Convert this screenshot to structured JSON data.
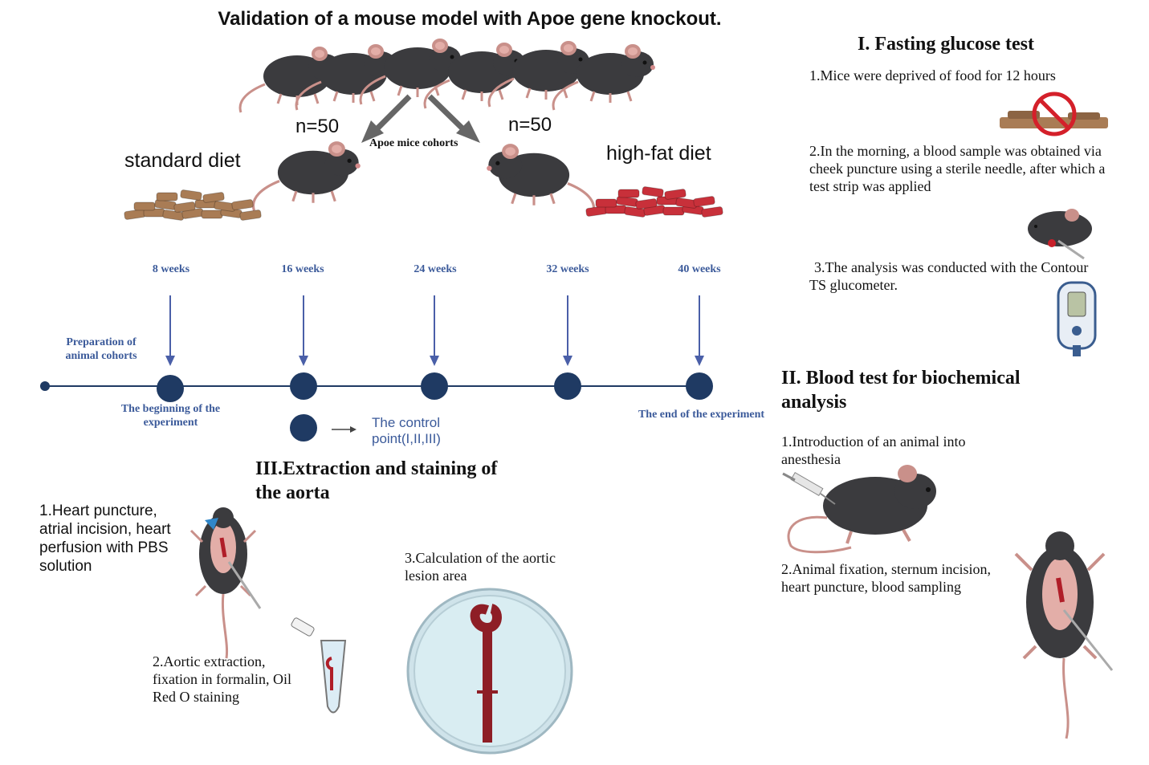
{
  "title": "Validation of a mouse model with Apoe gene knockout.",
  "cohorts": {
    "label": "Apoe mice cohorts",
    "left": {
      "n": "n=50",
      "diet": "standard diet",
      "pellet_color": "#a97c55"
    },
    "right": {
      "n": "n=50",
      "diet": "high-fat diet",
      "pellet_color": "#c8303a"
    }
  },
  "timeline": {
    "weeks": [
      "8 weeks",
      "16 weeks",
      "24 weeks",
      "32 weeks",
      "40 weeks"
    ],
    "preparation": "Preparation of animal cohorts",
    "beginning": "The beginning of the experiment",
    "end": "The end of the experiment",
    "legend": "The control point(I,II,III)",
    "node_color": "#1f3a63",
    "arrow_color": "#4a5fa8"
  },
  "sections": {
    "fasting": {
      "heading": "I. Fasting glucose test",
      "steps": [
        "1.Mice were deprived of food for 12 hours",
        "2.In the morning, a blood sample was obtained via cheek puncture using a sterile needle, after which a test strip was applied",
        "3.The analysis was conducted with the Contour TS glucometer."
      ]
    },
    "blood": {
      "heading": "II. Blood test for biochemical analysis",
      "steps": [
        "1.Introduction of an animal into anesthesia",
        "2.Animal fixation, sternum incision, heart puncture, blood sampling"
      ]
    },
    "aorta": {
      "heading": "III.Extraction and staining of the aorta",
      "steps": [
        "1.Heart puncture, atrial incision, heart perfusion with PBS solution",
        "2.Aortic extraction, fixation in formalin, Oil Red O staining",
        "3.Calculation of the aortic lesion area"
      ]
    }
  },
  "icons": {
    "mouse": "mouse-icon",
    "no_food": "no-food-icon",
    "glucometer": "glucometer-icon",
    "syringe": "syringe-icon",
    "tube": "eppendorf-tube-icon",
    "petri": "petri-dish-aorta-icon"
  }
}
